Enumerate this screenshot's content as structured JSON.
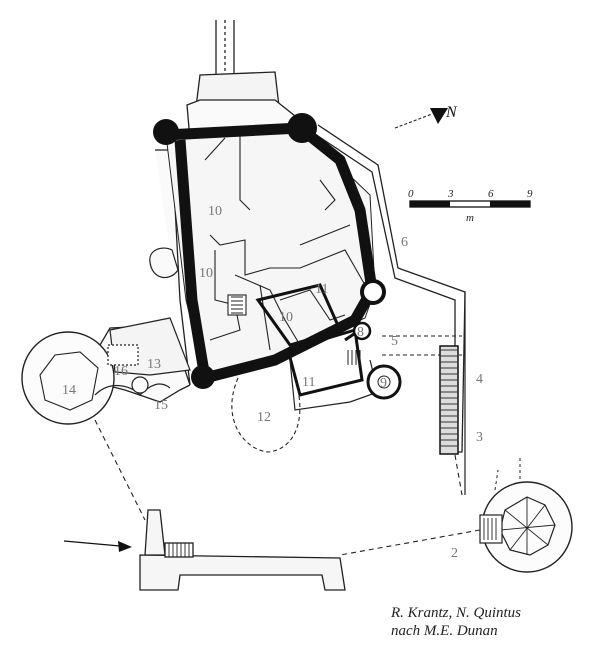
{
  "room_labels": [
    "10",
    "10",
    "10",
    "11",
    "11",
    "12",
    "13",
    "14",
    "15",
    "16",
    "2",
    "3",
    "4",
    "5",
    "6",
    "8",
    "9"
  ],
  "scale": {
    "ticks": [
      "0",
      "3",
      "6",
      "9"
    ],
    "unit": "m"
  },
  "north": {
    "label": "N"
  },
  "credit": {
    "line1": "R. Krantz, N. Quintus",
    "line2": "nach M.E. Dunan"
  }
}
